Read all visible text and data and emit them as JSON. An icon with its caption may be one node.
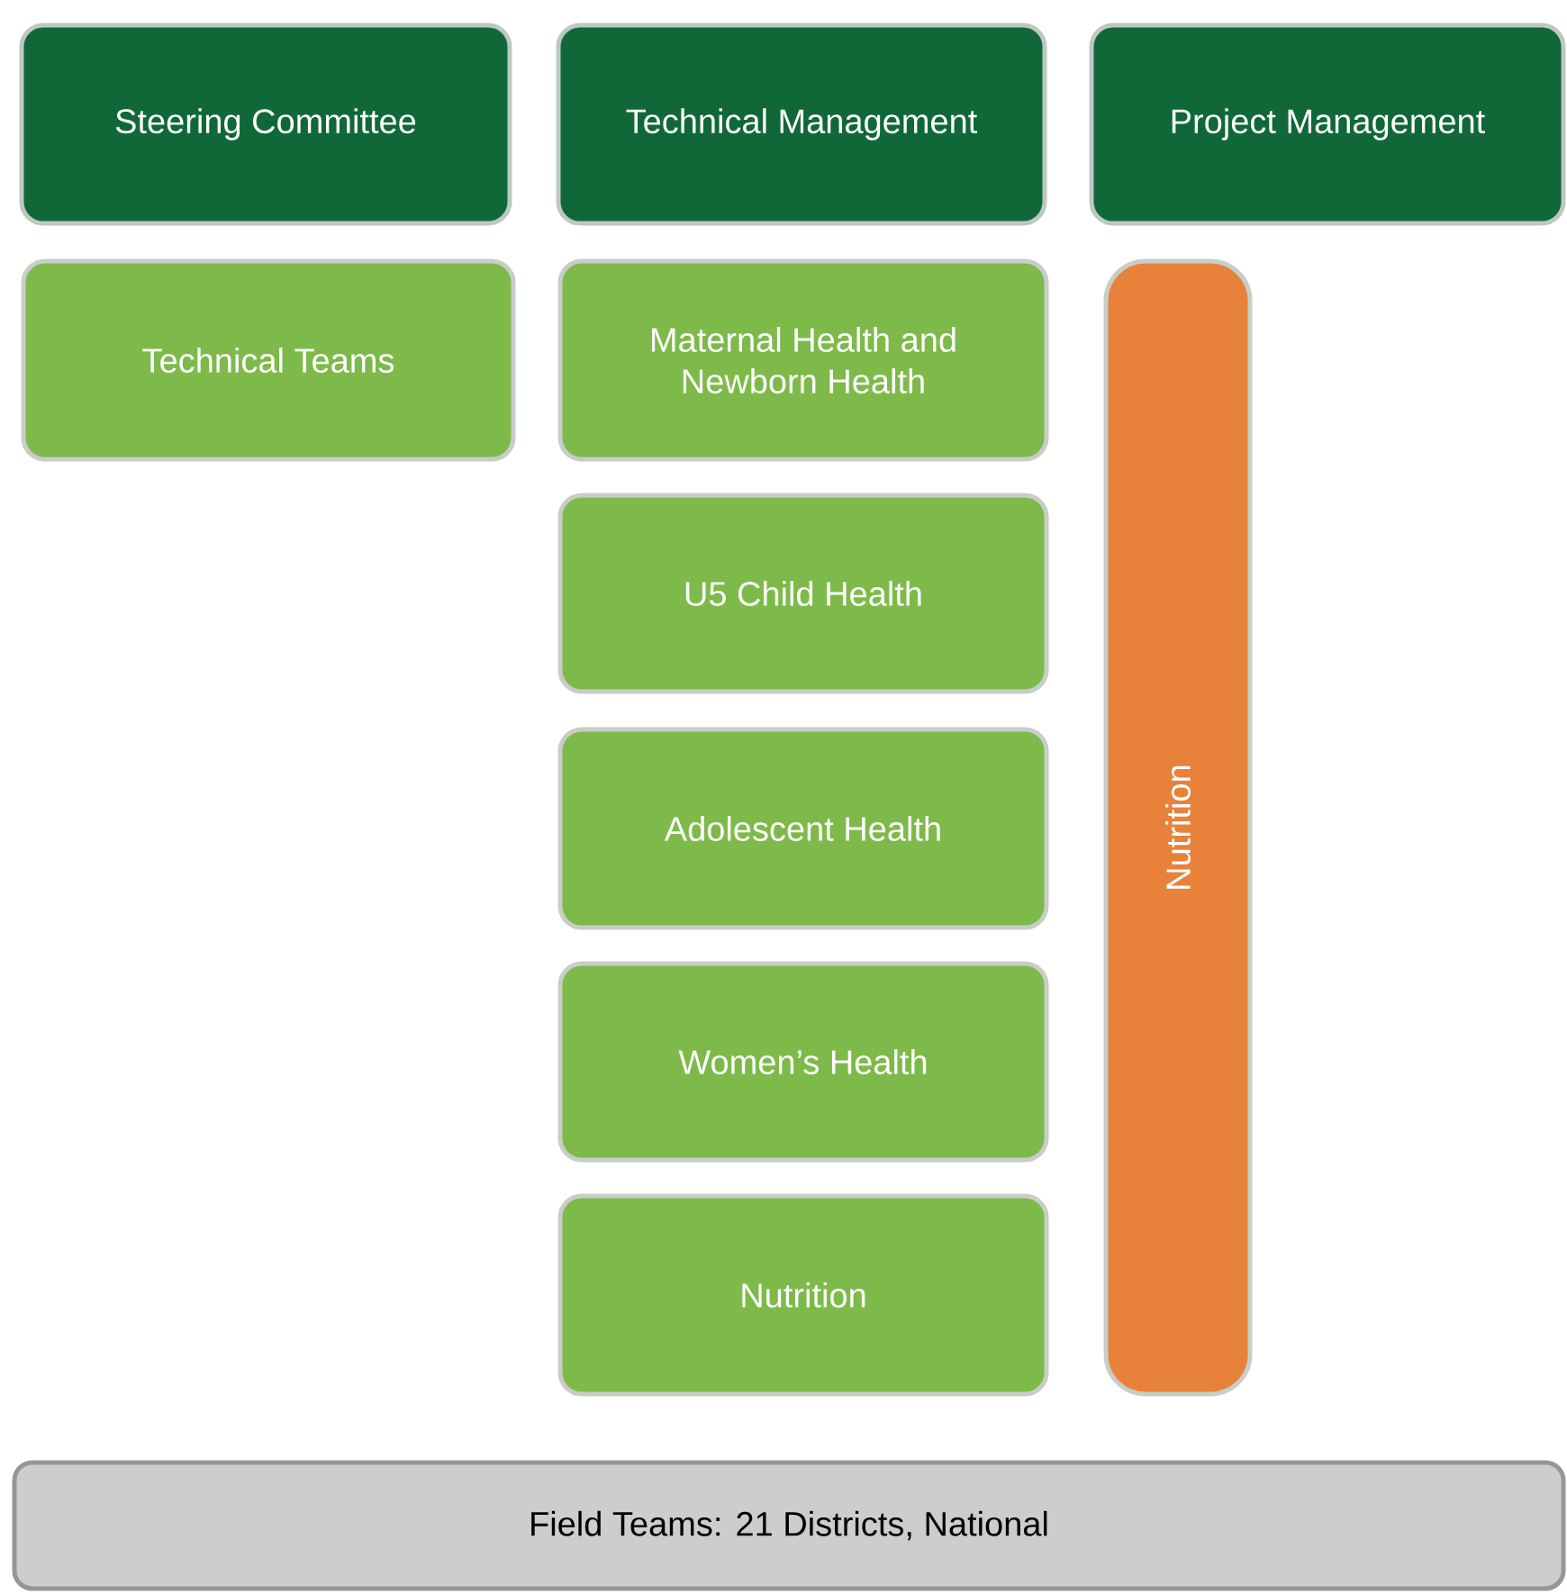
{
  "diagram": {
    "nodes": [
      {
        "text": [
          "Steering Committee"
        ]
      },
      {
        "text": [
          "Technical Management"
        ]
      },
      {
        "text": [
          "Project Management"
        ]
      },
      {
        "text": [
          "Technical Teams"
        ]
      },
      {
        "text": [
          "Maternal Health and Newborn Health"
        ]
      },
      {
        "text": [
          "U5 Child Health"
        ]
      },
      {
        "text": [
          "Adolescent Health"
        ]
      },
      {
        "text": [
          "Women’s Health"
        ]
      },
      {
        "text": [
          "Nutrition"
        ]
      },
      {
        "text": [
          "Nutrition"
        ]
      },
      {
        "text": [
          "Field Teams: 21 Districts, National"
        ]
      }
    ]
  }
}
